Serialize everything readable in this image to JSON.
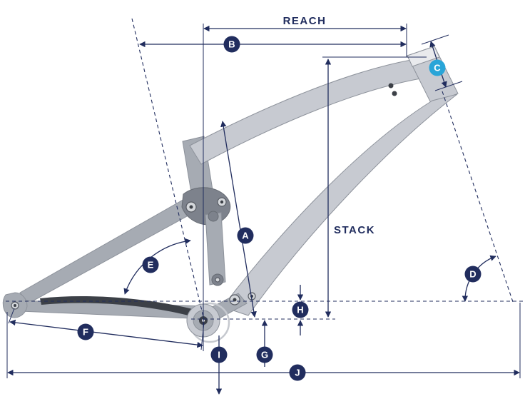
{
  "labels": {
    "reach": "REACH",
    "stack": "STACK"
  },
  "badges": [
    {
      "letter": "A"
    },
    {
      "letter": "B"
    },
    {
      "letter": "C",
      "accent": true
    },
    {
      "letter": "D"
    },
    {
      "letter": "E"
    },
    {
      "letter": "F"
    },
    {
      "letter": "G"
    },
    {
      "letter": "H"
    },
    {
      "letter": "I"
    },
    {
      "letter": "J"
    }
  ],
  "colors": {
    "dimension": "#212d5e",
    "accent_cyan": "#29a5d8",
    "background": "#ffffff",
    "frame_light": "#c7cad1",
    "frame_mid": "#a6abb3",
    "frame_dark": "#7d828c",
    "frame_detail": "#3c4047",
    "frame_edge": "#8d929b"
  }
}
